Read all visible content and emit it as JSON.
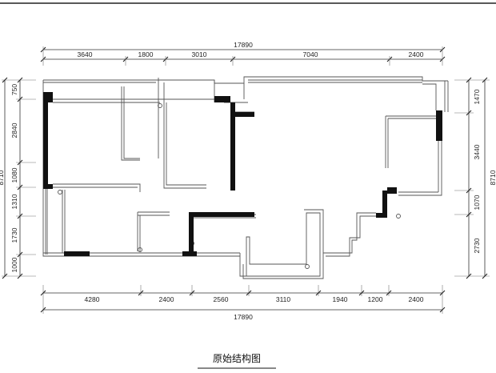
{
  "drawing": {
    "title": "原始结构图"
  },
  "dimensions": {
    "top_total": "17890",
    "top_segments": [
      "3640",
      "1800",
      "3010",
      "7040",
      "2400"
    ],
    "bottom_total": "17890",
    "bottom_segments": [
      "4280",
      "2400",
      "2560",
      "3110",
      "1940",
      "1200",
      "2400"
    ],
    "left_total": "8710",
    "left_segments": [
      "750",
      "2840",
      "1080",
      "1310",
      "1730",
      "1000"
    ],
    "right_total": "8710",
    "right_segments": [
      "1470",
      "3440",
      "1070",
      "2730"
    ]
  },
  "colors": {
    "line": "#333333",
    "solid_wall": "#111111",
    "background": "#ffffff"
  }
}
